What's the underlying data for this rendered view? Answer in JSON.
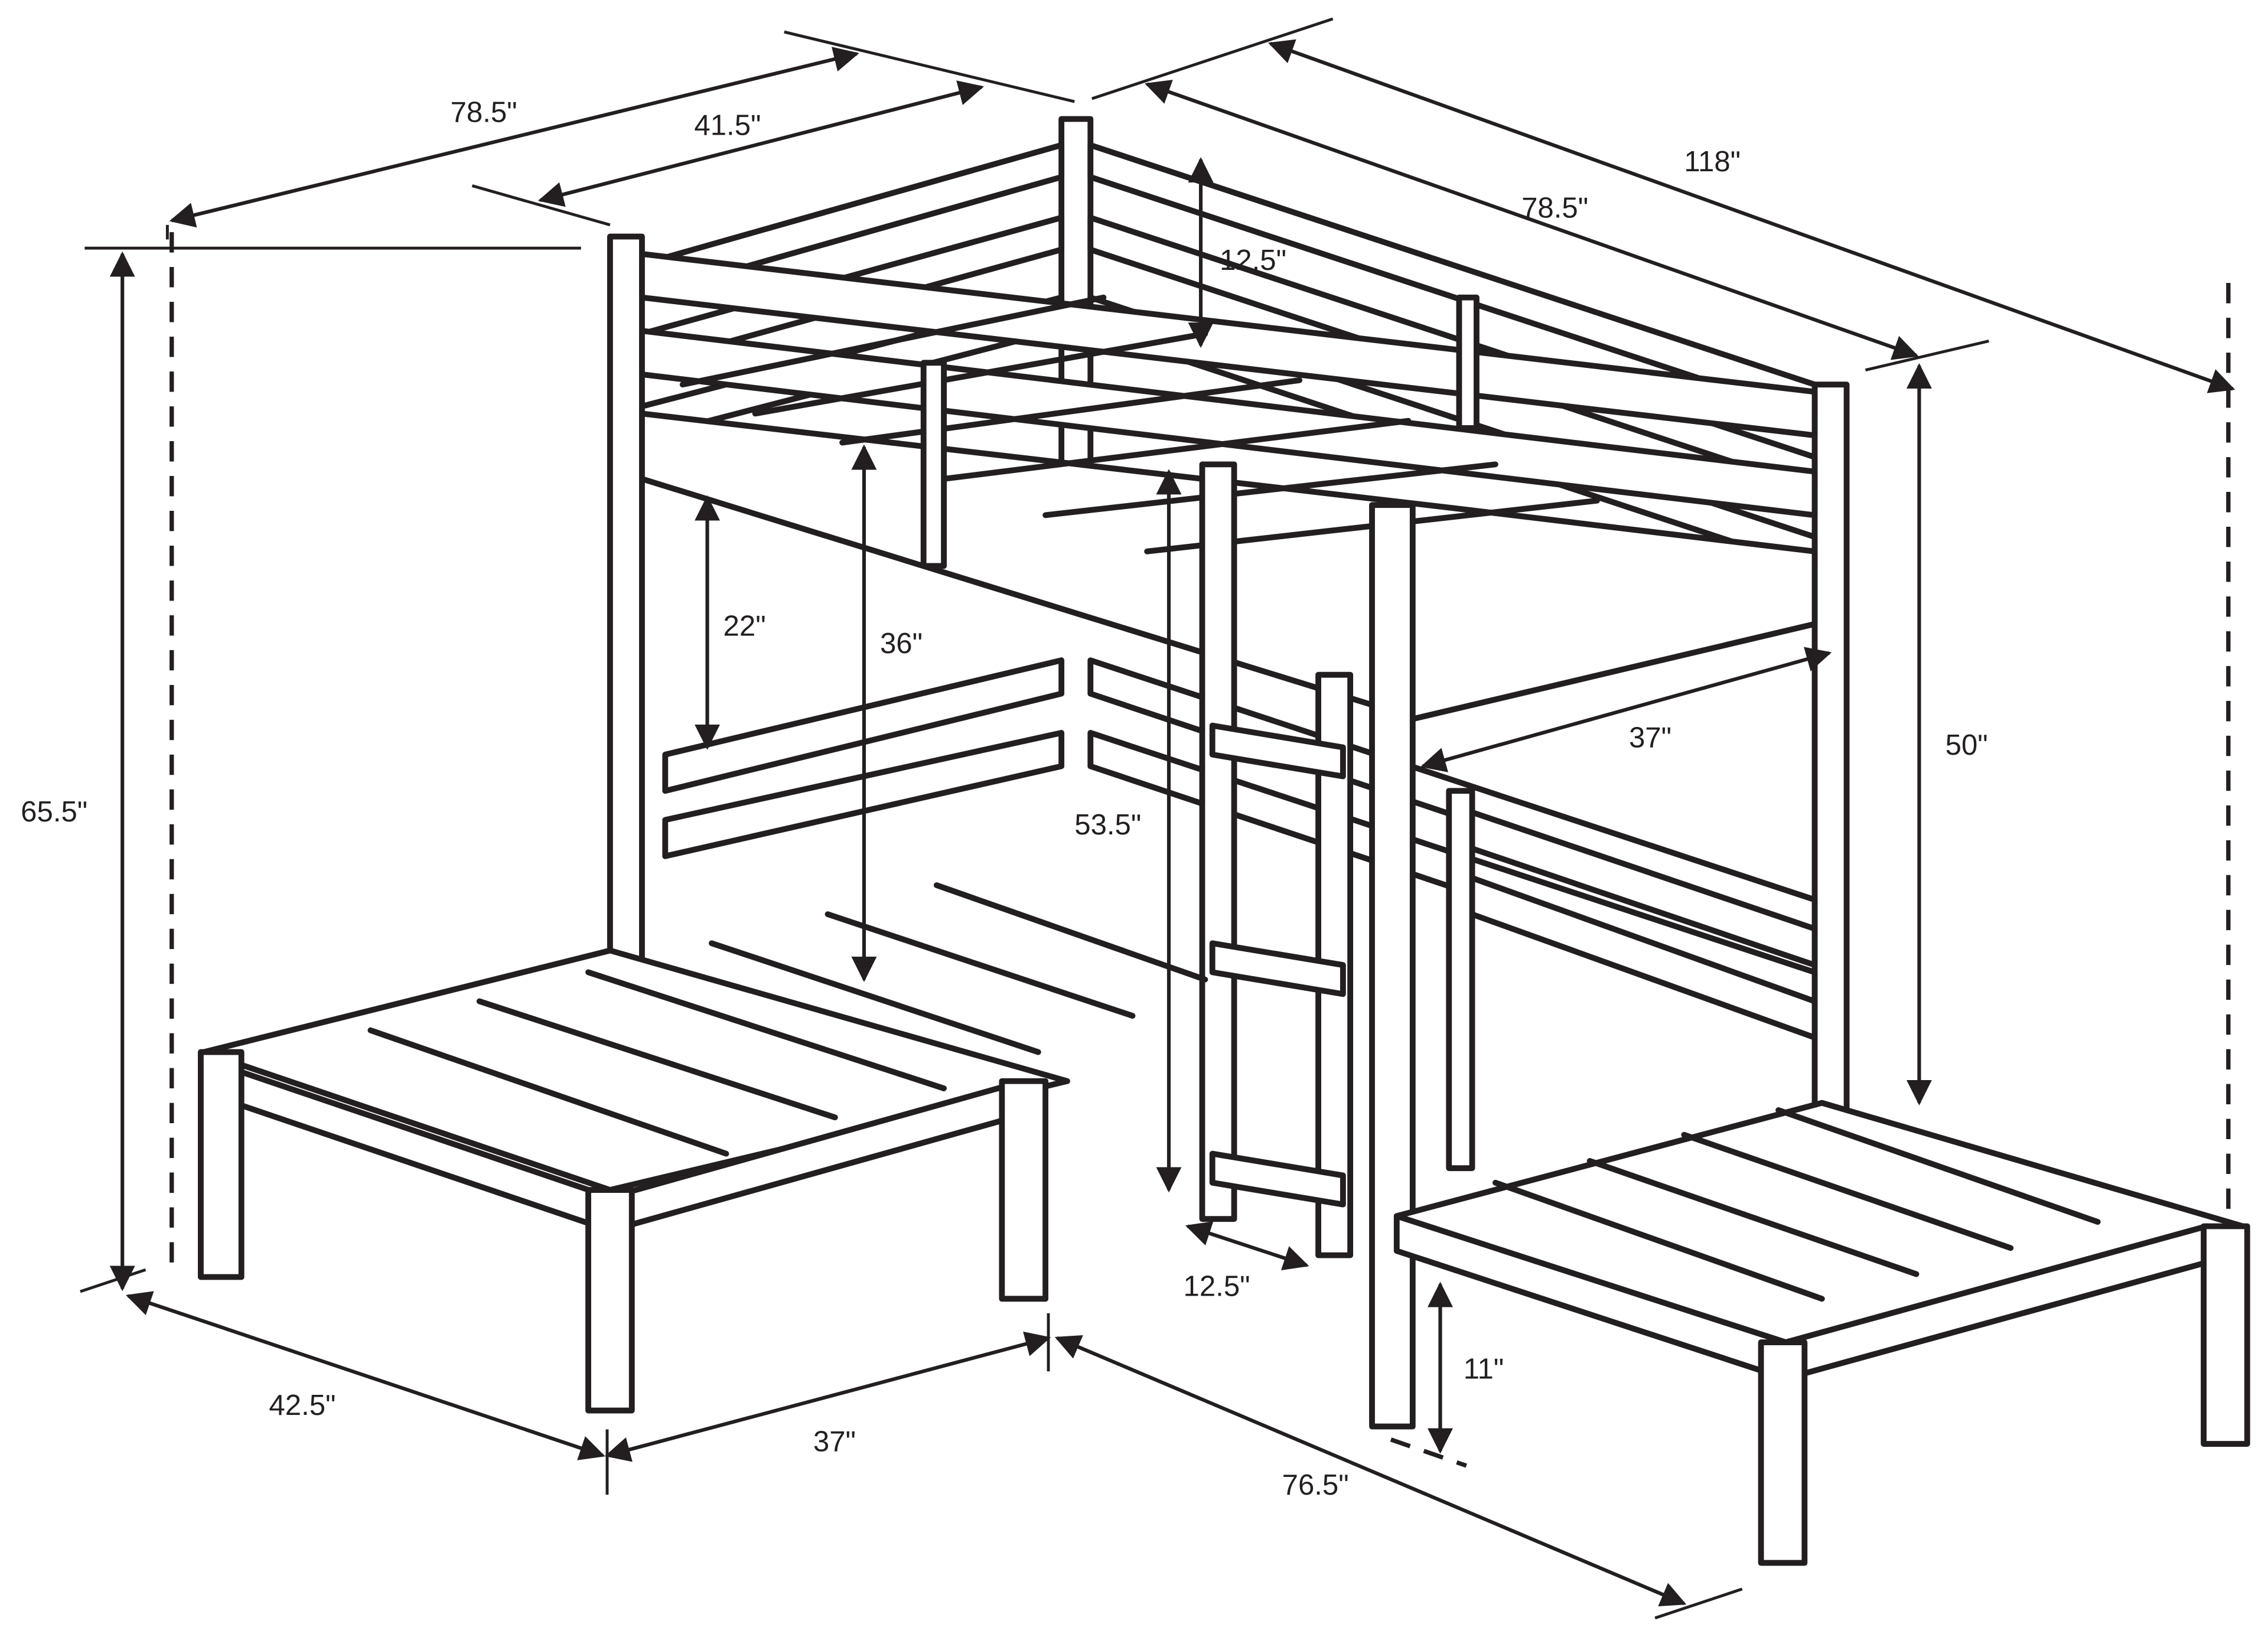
{
  "diagram": {
    "dimensions": {
      "top_left_overall": "78.5\"",
      "top_left_inner": "41.5\"",
      "top_right_overall": "118\"",
      "top_right_inner": "78.5\"",
      "rail_height": "12.5\"",
      "under_rail_clearance": "22\"",
      "bunk_clearance": "36\"",
      "total_height": "65.5\"",
      "upper_bunk_height": "50\"",
      "upper_bunk_width": "37\"",
      "ladder_height": "53.5\"",
      "ladder_width": "12.5\"",
      "bottom_left_depth": "42.5\"",
      "bottom_mid_width": "37\"",
      "bottom_right_length": "76.5\"",
      "leg_height": "11\""
    }
  }
}
